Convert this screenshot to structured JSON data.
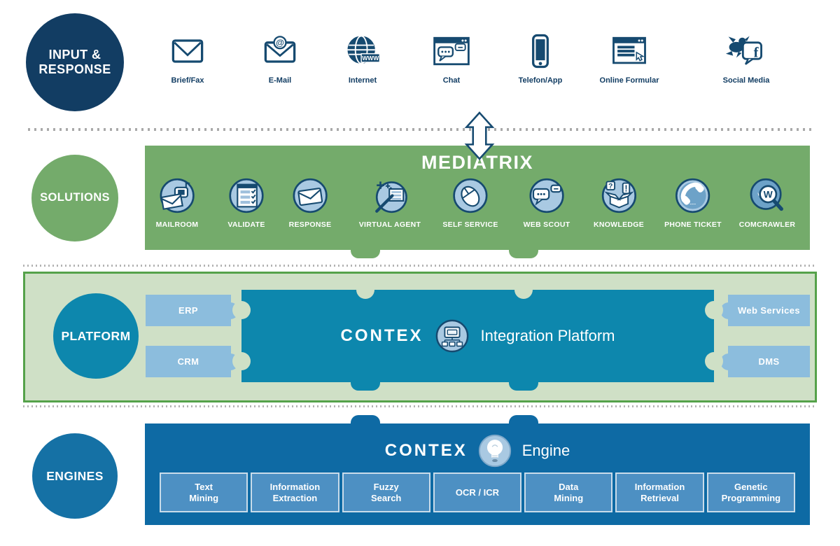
{
  "colors": {
    "navy": "#123d63",
    "green": "#74ab6b",
    "light_green": "#cfe0c6",
    "panel_border": "#55a24a",
    "teal": "#0d87ad",
    "tab_blue": "#8cbddd",
    "engine_band_blue": "#0e6aa4",
    "engine_box_blue": "#4d90c3",
    "icon_circle_bg": "#a9c9e2"
  },
  "input_row": {
    "circle_label": "INPUT &\nRESPONSE",
    "items": [
      {
        "label": "Brief/Fax",
        "icon": "letter-envelope-icon"
      },
      {
        "label": "E-Mail",
        "icon": "email-at-envelope-icon"
      },
      {
        "label": "Internet",
        "icon": "globe-www-icon"
      },
      {
        "label": "Chat",
        "icon": "chat-window-icon"
      },
      {
        "label": "Telefon/App",
        "icon": "smartphone-icon"
      },
      {
        "label": "Online Formular",
        "icon": "online-form-cursor-icon"
      },
      {
        "label": "Social Media",
        "icon": "twitter-facebook-icon"
      }
    ]
  },
  "solutions": {
    "circle_label": "SOLUTIONS",
    "band_title": "MEDIATRIX",
    "items": [
      {
        "label": "MAILROOM",
        "icon": "mailbox-envelope-icon"
      },
      {
        "label": "VALIDATE",
        "icon": "checklist-icon"
      },
      {
        "label": "RESPONSE",
        "icon": "envelope-circle-icon"
      },
      {
        "label": "VIRTUAL AGENT",
        "icon": "magic-wand-icon"
      },
      {
        "label": "SELF SERVICE",
        "icon": "computer-mouse-icon"
      },
      {
        "label": "WEB SCOUT",
        "icon": "speech-bubbles-icon"
      },
      {
        "label": "KNOWLEDGE",
        "icon": "knowledge-box-icon"
      },
      {
        "label": "PHONE TICKET",
        "icon": "phone-handset-icon"
      },
      {
        "label": "COMCRAWLER",
        "icon": "magnifier-w-icon"
      }
    ]
  },
  "platform": {
    "circle_label": "PLATFORM",
    "brand": "CONTEX",
    "brand_suffix": "Integration Platform",
    "badge_icon": "network-computer-icon",
    "left_tabs": [
      {
        "label": "ERP"
      },
      {
        "label": "CRM"
      }
    ],
    "right_tabs": [
      {
        "label": "Web Services"
      },
      {
        "label": "DMS"
      }
    ]
  },
  "engines": {
    "circle_label": "ENGINES",
    "brand": "CONTEX",
    "brand_suffix": "Engine",
    "badge_icon": "lightbulb-icon",
    "boxes": [
      {
        "label": "Text\nMining"
      },
      {
        "label": "Information\nExtraction"
      },
      {
        "label": "Fuzzy\nSearch"
      },
      {
        "label": "OCR / ICR"
      },
      {
        "label": "Data\nMining"
      },
      {
        "label": "Information\nRetrieval"
      },
      {
        "label": "Genetic\nProgramming"
      }
    ]
  }
}
